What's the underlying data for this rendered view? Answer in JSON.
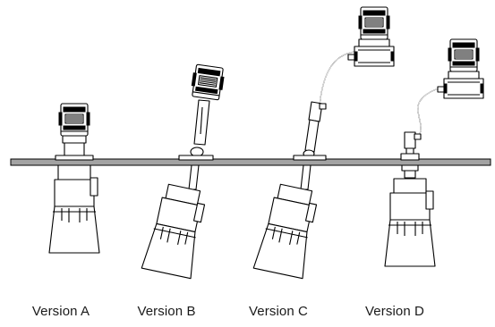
{
  "labels": {
    "version_a": "Version A",
    "version_b": "Version B",
    "version_c": "Version C",
    "version_d": "Version D"
  },
  "colors": {
    "mounting_plate": "#a3a3a3",
    "outline": "#000000",
    "background": "#ffffff"
  }
}
